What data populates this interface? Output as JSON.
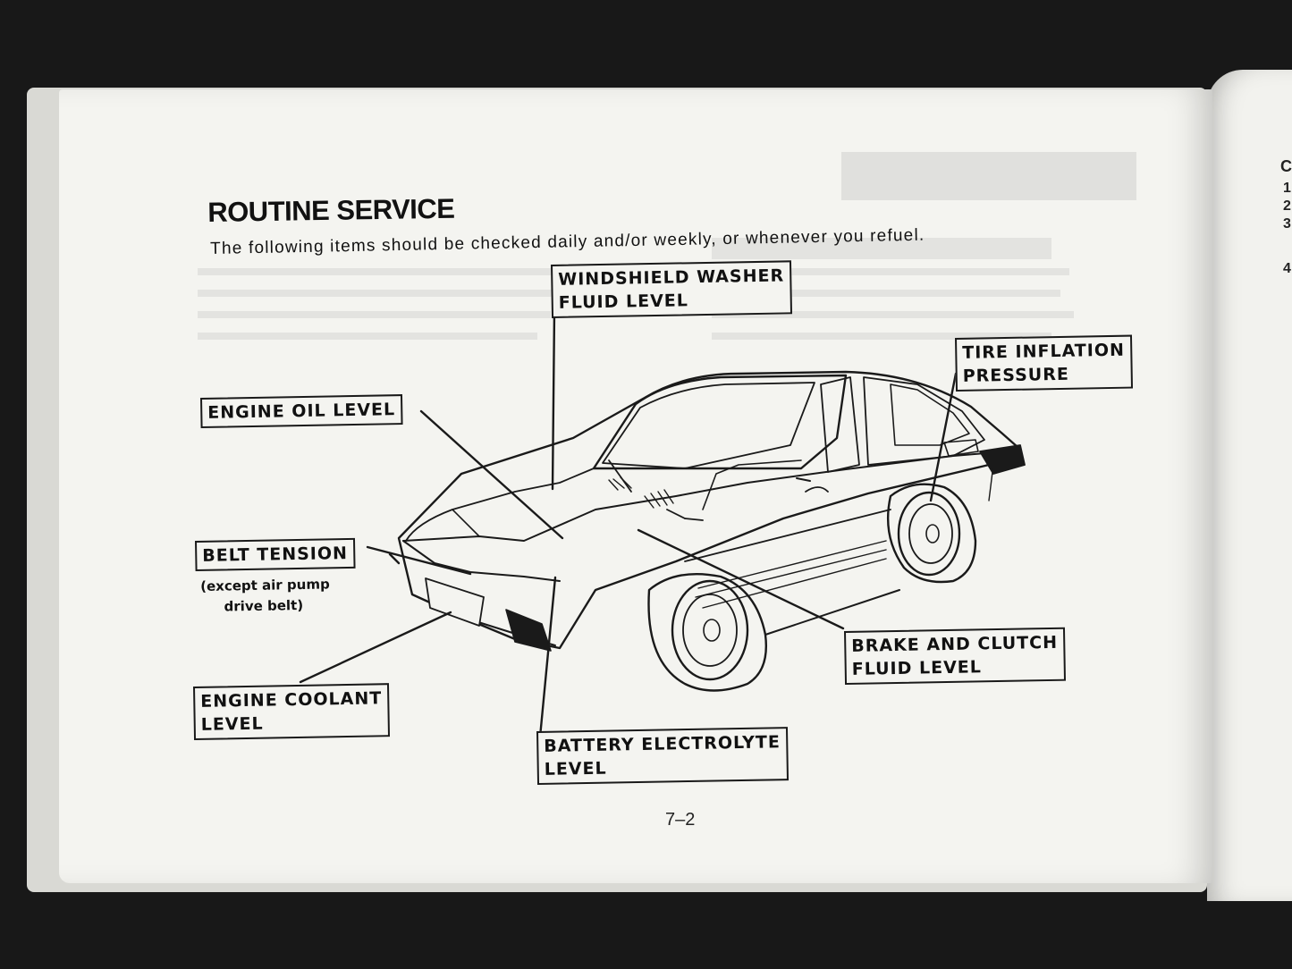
{
  "page": {
    "title": "ROUTINE SERVICE",
    "intro": "The following items should be checked daily and/or weekly, or whenever you refuel.",
    "page_number": "7–2"
  },
  "callouts": {
    "windshield_washer": [
      "WINDSHIELD WASHER",
      "FLUID LEVEL"
    ],
    "tire_inflation": [
      "TIRE INFLATION",
      "PRESSURE"
    ],
    "engine_oil": [
      "ENGINE OIL LEVEL"
    ],
    "belt_tension": [
      "BELT TENSION"
    ],
    "belt_tension_note": [
      "(except air pump",
      "drive belt)"
    ],
    "engine_coolant": [
      "ENGINE COOLANT",
      "LEVEL"
    ],
    "battery_electrolyte": [
      "BATTERY ELECTROLYTE",
      "LEVEL"
    ],
    "brake_clutch": [
      "BRAKE AND CLUTCH",
      "FLUID LEVEL"
    ]
  },
  "right_page_snippet": {
    "heading": "C",
    "list_numbers": [
      "1",
      "2",
      "3",
      "4"
    ]
  },
  "illustration": {
    "subject_icon": "sports-car-line-drawing-icon"
  }
}
